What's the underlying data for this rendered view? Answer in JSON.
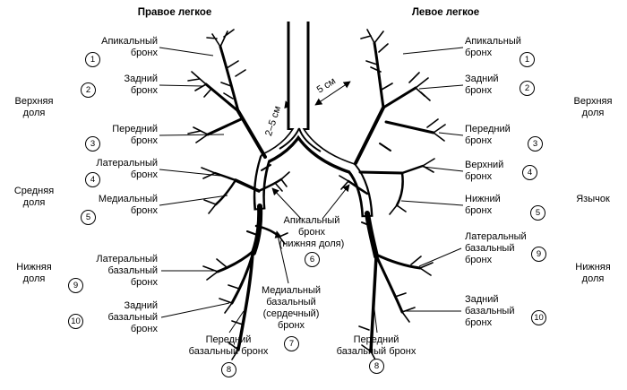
{
  "headers": {
    "right_lung": "Правое легкое",
    "left_lung": "Левое легкое"
  },
  "measurements": {
    "trachea_length": "2–5 см",
    "left_main_bronchus_length": "5 см"
  },
  "left_column": [
    {
      "text": "Апикальный\nбронх",
      "num": "1"
    },
    {
      "text": "Задний\nбронх",
      "num": "2"
    },
    {
      "text": "Передний\nбронх",
      "num": "3"
    },
    {
      "text": "Латеральный\nбронх",
      "num": "4"
    },
    {
      "text": "Медиальный\nбронх",
      "num": "5"
    },
    {
      "text": "Латеральный\nбазальный\nбронх",
      "num": "9"
    },
    {
      "text": "Задний\nбазальный\nбронх",
      "num": "10"
    }
  ],
  "right_column": [
    {
      "text": "Апикальный\nбронх",
      "num": "1"
    },
    {
      "text": "Задний\nбронх",
      "num": "2"
    },
    {
      "text": "Передний\nбронх",
      "num": "3"
    },
    {
      "text": "Верхний\nбронх",
      "num": "4"
    },
    {
      "text": "Нижний\nбронх",
      "num": "5"
    },
    {
      "text": "Латеральный\nбазальный\nбронх",
      "num": "9"
    },
    {
      "text": "Задний\nбазальный\nбронх",
      "num": "10"
    }
  ],
  "center_labels": [
    {
      "text": "Апикальный\nбронх\n(нижняя доля)",
      "num": "6"
    },
    {
      "text": "Медиальный\nбазальный\n(сердечный)\nбронх",
      "num": "7"
    },
    {
      "text": "Передний\nбазальный бронх",
      "num": "8"
    },
    {
      "text": "Передний\nбазальный бронх",
      "num": "8"
    }
  ],
  "lobes_left": [
    {
      "text": "Верхняя\nдоля"
    },
    {
      "text": "Средняя\nдоля"
    },
    {
      "text": "Нижняя\nдоля"
    }
  ],
  "lobes_right": [
    {
      "text": "Верхняя\nдоля"
    },
    {
      "text": "Язычок"
    },
    {
      "text": "Нижняя\nдоля"
    }
  ]
}
